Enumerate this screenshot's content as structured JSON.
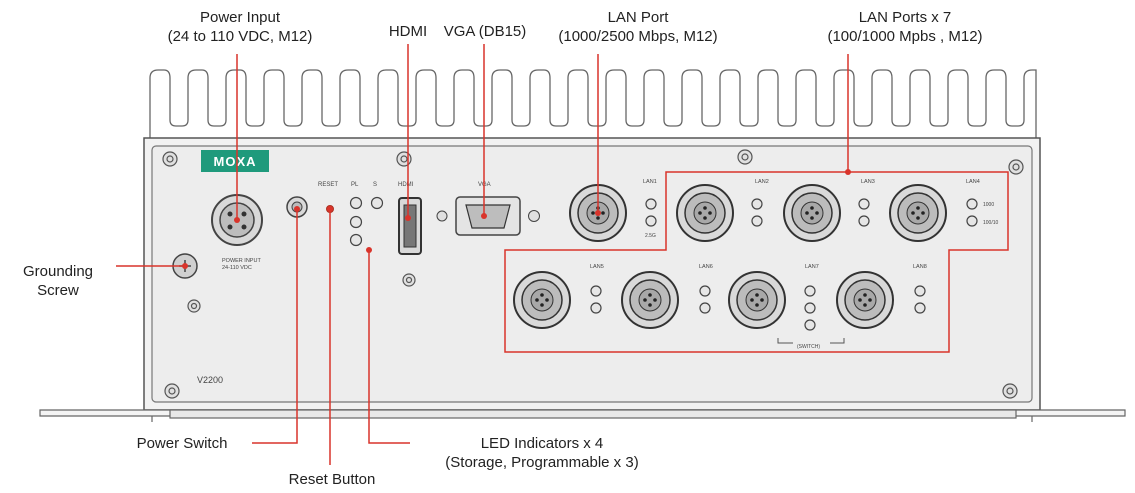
{
  "device": {
    "brand": "MOXA",
    "model": "V2200",
    "port_labels": {
      "reset": "RESET",
      "pl": "PL",
      "storage": "S",
      "hdmi": "HDMI",
      "vga": "VGA",
      "power_input": "POWER INPUT",
      "power_input_range": "24-110 VDC",
      "lan1": "LAN1",
      "lan2": "LAN2",
      "lan3": "LAN3",
      "lan4": "LAN4",
      "lan5": "LAN5",
      "lan6": "LAN6",
      "lan7": "LAN7",
      "lan8": "LAN8",
      "speed_25g": "2.5G",
      "speed_1000": "1000",
      "speed_100": "100/10",
      "sw_note": "(SWITCH)"
    },
    "colors": {
      "chassis": "#eeeeee",
      "outline": "#555555",
      "callout_line": "#d9342b",
      "moxa_badge": "#1f9a7c"
    }
  },
  "callouts": {
    "power_input": {
      "line1": "Power Input",
      "line2": "(24 to 110 VDC, M12)"
    },
    "hdmi": {
      "line1": "HDMI"
    },
    "vga": {
      "line1": "VGA (DB15)"
    },
    "lan_port": {
      "line1": "LAN Port",
      "line2": "(1000/2500 Mbps, M12)"
    },
    "lan_ports_x7": {
      "line1": "LAN Ports x 7",
      "line2": "(100/1000 Mpbs , M12)"
    },
    "grounding_screw": {
      "line1": "Grounding",
      "line2": "Screw"
    },
    "power_switch": {
      "line1": "Power Switch"
    },
    "reset_button": {
      "line1": "Reset Button"
    },
    "led_indicators": {
      "line1": "LED Indicators x 4",
      "line2": "(Storage, Programmable x 3)"
    }
  }
}
